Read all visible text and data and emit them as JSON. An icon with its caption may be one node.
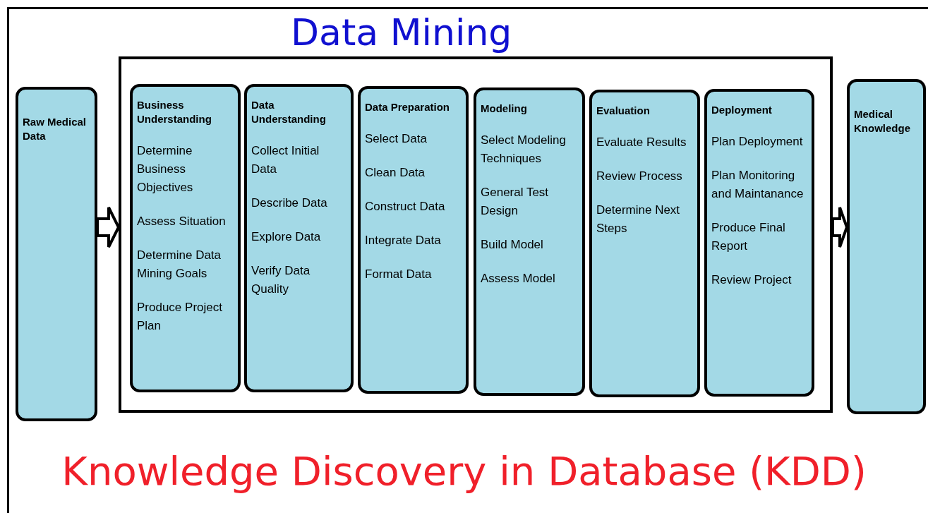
{
  "diagram": {
    "caption": "Knowledge Discovery in Database (KDD)",
    "nodes": [
      {
        "text": [
          "Raw Medical Data"
        ]
      },
      {
        "text": [
          "Data Mining"
        ]
      },
      {
        "text": [
          "Business Understanding",
          "Determine Business Objectives",
          "Assess Situation",
          "Determine Data Mining Goals",
          "Produce Project Plan"
        ],
        "in": 1
      },
      {
        "text": [
          "Data Understanding",
          "Collect Initial Data",
          "Describe Data",
          "Explore Data",
          "Verify Data Quality"
        ],
        "in": 1
      },
      {
        "text": [
          "Data Preparation",
          "Select Data",
          "Clean Data",
          "Construct Data",
          "Integrate Data",
          "Format Data"
        ],
        "in": 1
      },
      {
        "text": [
          "Modeling",
          "Select Modeling Techniques",
          "General Test Design",
          "Build Model",
          "Assess Model"
        ],
        "in": 1
      },
      {
        "text": [
          "Evaluation",
          "Evaluate Results",
          "Review Process",
          "Determine Next Steps"
        ],
        "in": 1
      },
      {
        "text": [
          "Deployment",
          "Plan Deployment",
          "Plan Monitoring and Maintanance",
          "Produce Final Report",
          "Review Project"
        ],
        "in": 1
      },
      {
        "text": [
          "Medical Knowledge"
        ]
      }
    ],
    "edges": [
      {
        "from": 0,
        "to": 1,
        "arrow": "to"
      },
      {
        "from": 1,
        "to": 8,
        "arrow": "to"
      }
    ]
  }
}
